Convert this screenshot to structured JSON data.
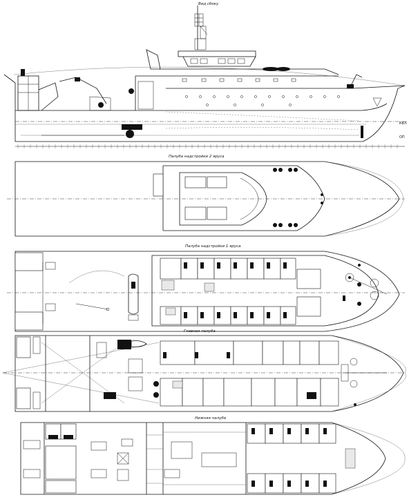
{
  "profile": {
    "title": "Вид сбоку"
  },
  "decks": [
    {
      "title": "Палуба надстройки 2 яруса"
    },
    {
      "title": "Палуба надстройки 1 яруса"
    },
    {
      "title": "Главная палуба"
    },
    {
      "title": "Нижняя палуба"
    }
  ],
  "icons": [
    "anchor-icon",
    "winch-icon",
    "crane-icon",
    "lifeboat-icon",
    "stair-icon"
  ]
}
